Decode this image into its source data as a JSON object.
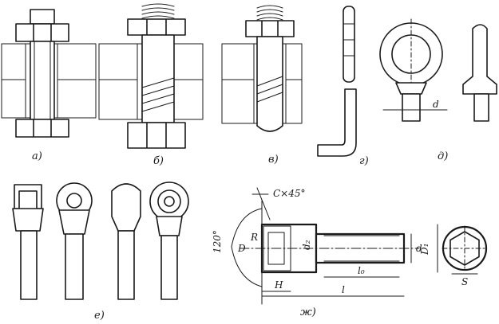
{
  "panels": {
    "a": "а)",
    "b": "б)",
    "v": "в)",
    "g": "г)",
    "d": "д)",
    "e": "е)",
    "zh": "ж)"
  },
  "dimensions": {
    "d_eye": "d",
    "chamfer": "C×45°",
    "angle": "120°",
    "D": "D",
    "R": "R",
    "d2": "d₂",
    "d": "d",
    "D1": "D₁",
    "l0": "l₀",
    "l": "l",
    "H": "H",
    "S": "S"
  },
  "colors": {
    "ink": "#1a1a1a",
    "background": "#ffffff"
  }
}
